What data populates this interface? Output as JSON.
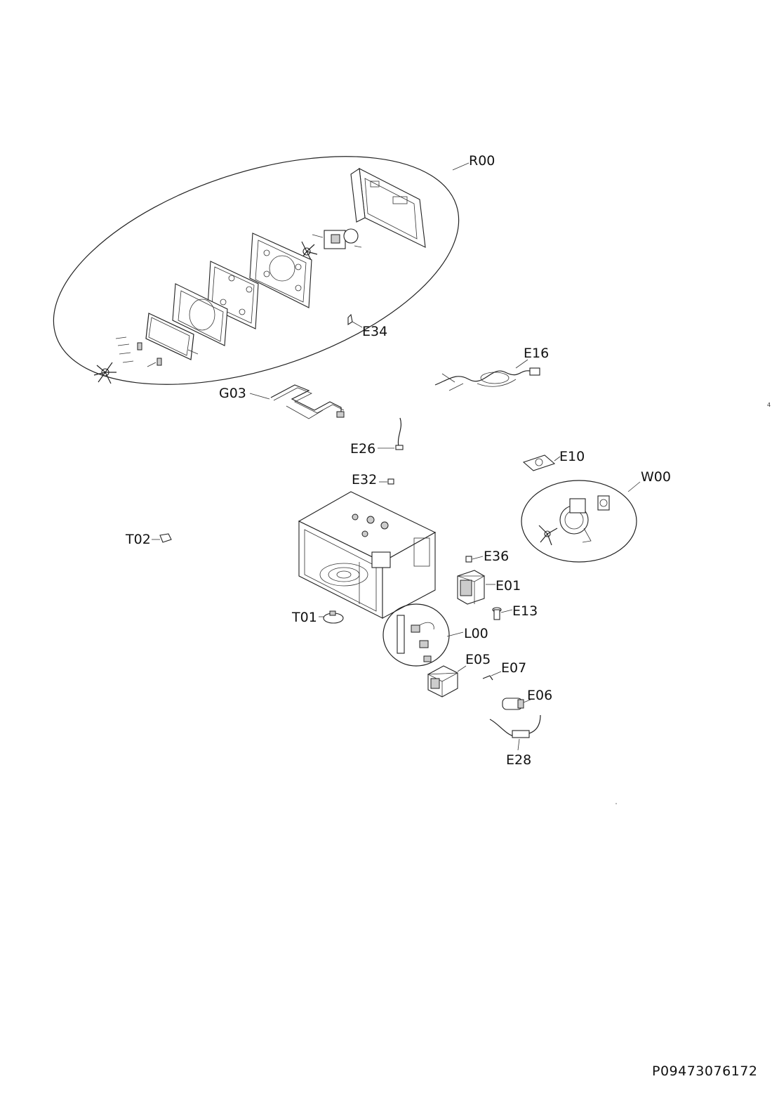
{
  "page_number": "4",
  "document_code": "P09473076172",
  "labels": {
    "R00": "R00",
    "E34": "E34",
    "E16": "E16",
    "G03": "G03",
    "E26": "E26",
    "E10": "E10",
    "W00": "W00",
    "E32": "E32",
    "T02": "T02",
    "E36": "E36",
    "E01": "E01",
    "E13": "E13",
    "T01": "T01",
    "L00": "L00",
    "E05": "E05",
    "E07": "E07",
    "E06": "E06",
    "E28": "E28"
  }
}
